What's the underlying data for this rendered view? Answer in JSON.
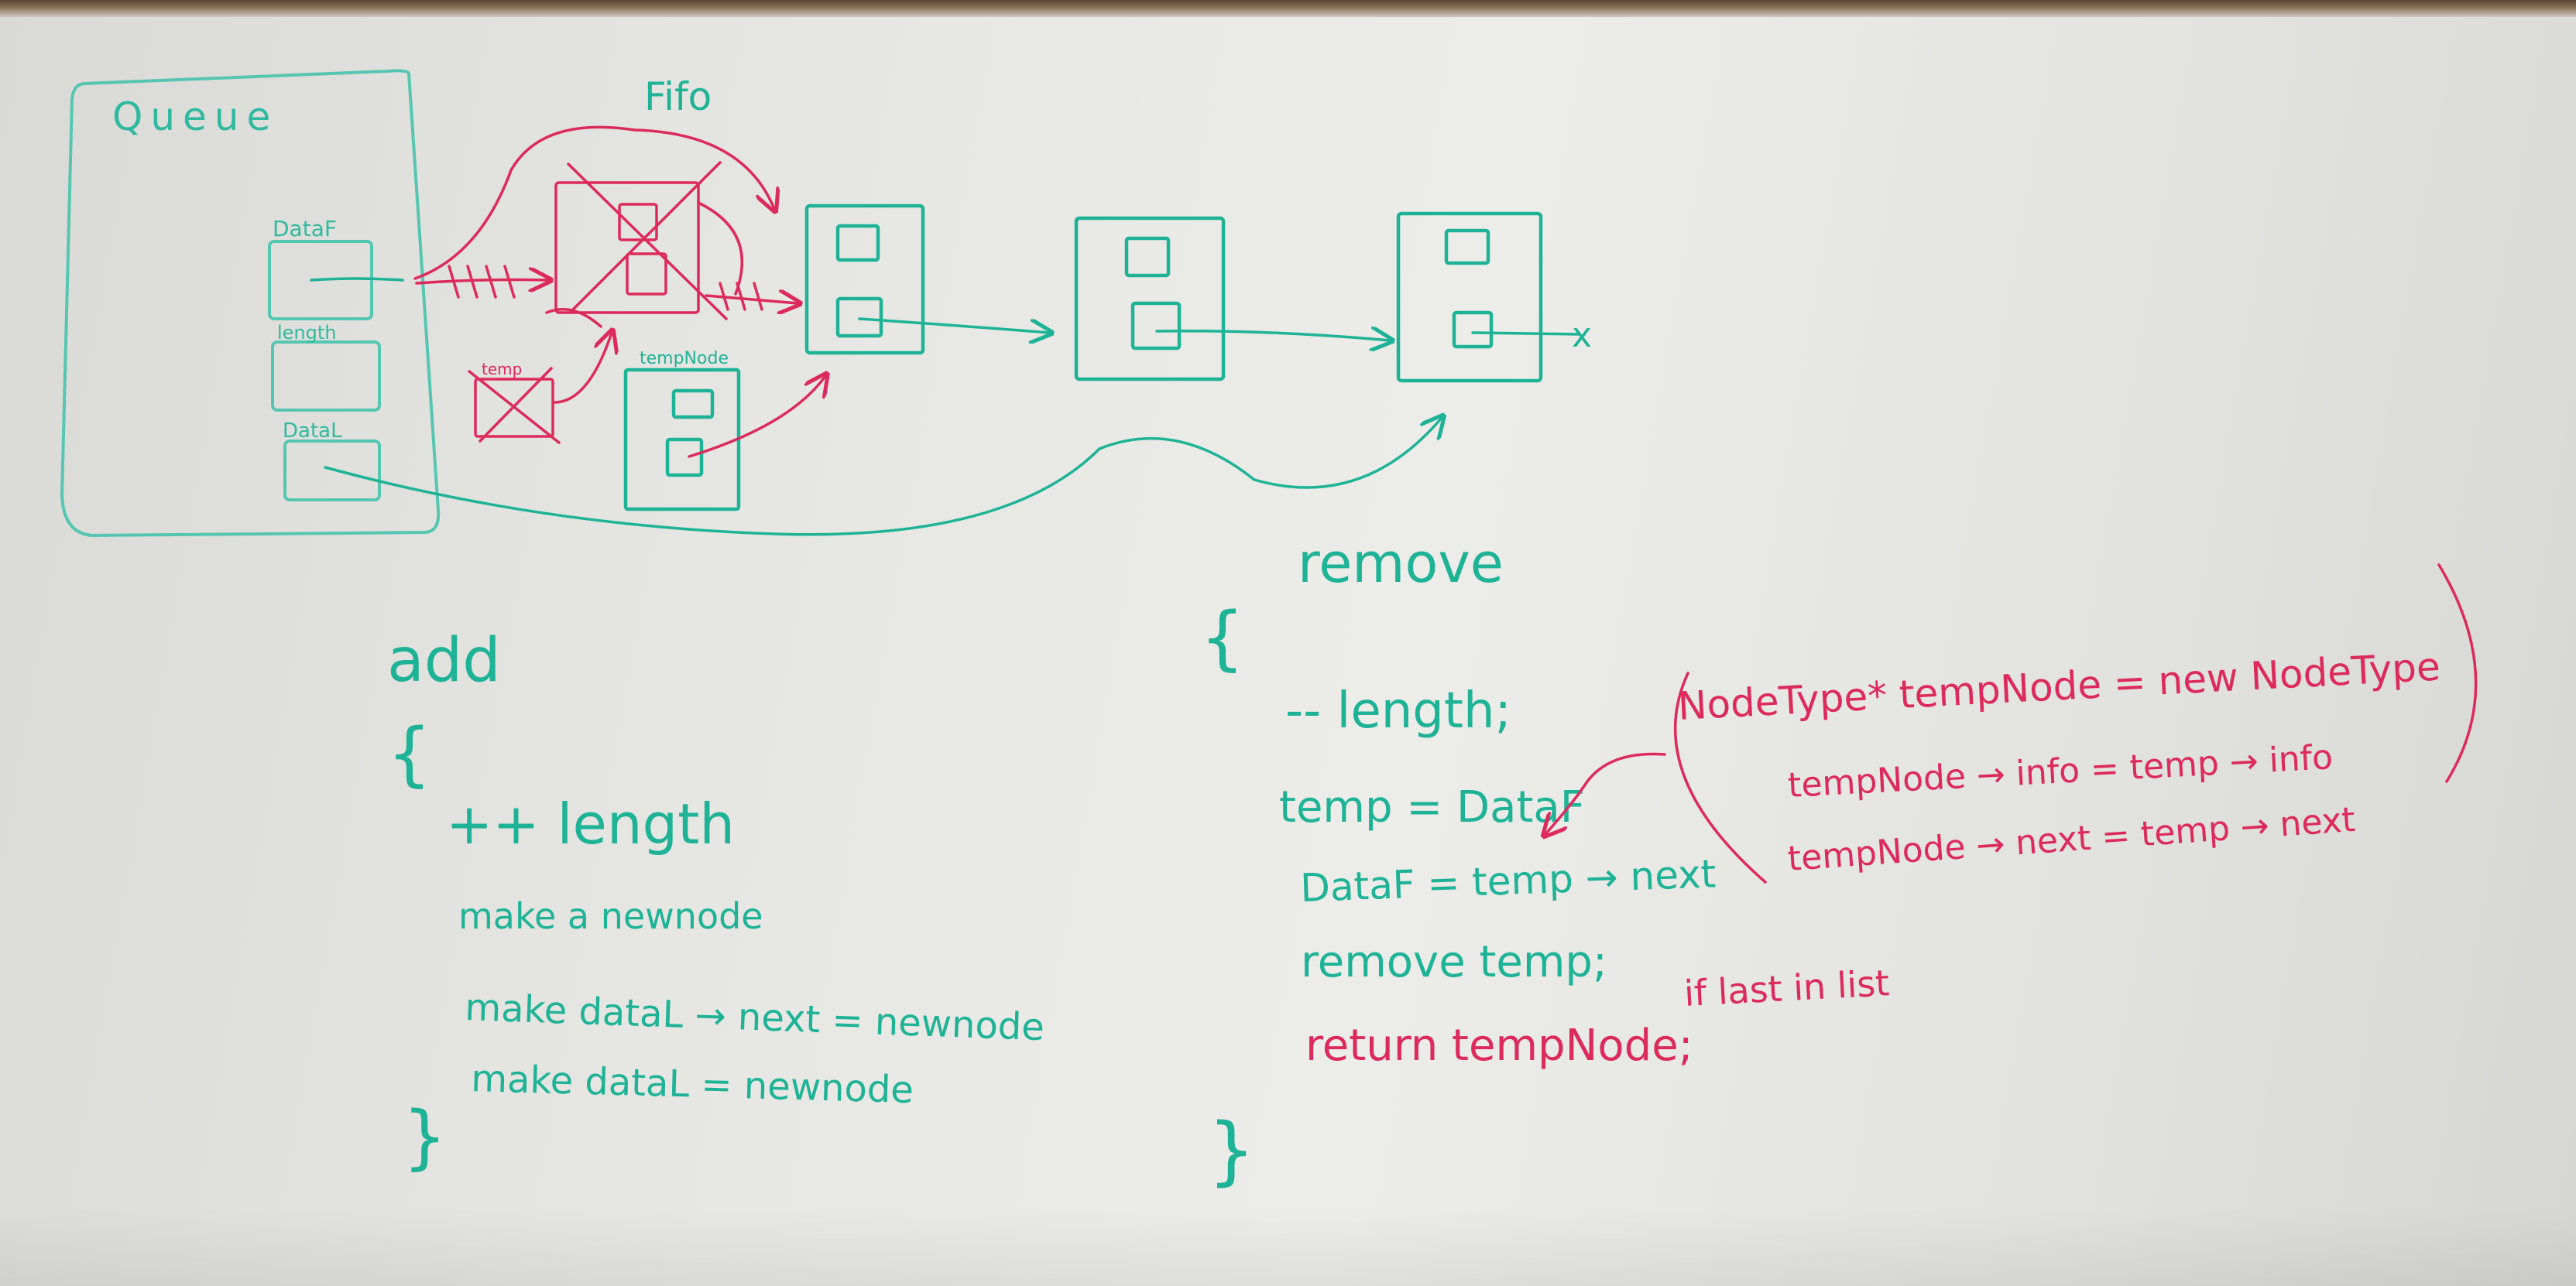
{
  "colors": {
    "teal": "#1eb397",
    "teal_light": "#55c6b2",
    "red": "#dd2a5c"
  },
  "diagram": {
    "queue_label": "Queue",
    "fifo_label": "Fifo",
    "field_dataf": "DataF",
    "field_length": "length",
    "field_datal": "DataL",
    "temp_label": "temp",
    "tempnode_label": "tempNode",
    "null_mark": "x"
  },
  "add": {
    "title": "add",
    "open_brace": "{",
    "lines": [
      "++ length",
      "make a newnode",
      "make dataL → next = newnode",
      "make dataL = newnode"
    ],
    "close_brace": "}"
  },
  "remove": {
    "title": "remove",
    "open_brace": "{",
    "lines": [
      "-- length;",
      "temp = DataF",
      "DataF = temp → next",
      "remove temp;"
    ],
    "return_line": "return tempNode;",
    "close_brace": "}"
  },
  "note": {
    "lines": [
      "NodeType* tempNode = new NodeType",
      "tempNode → info = temp → info",
      "tempNode → next = temp → next"
    ],
    "if_last": "if last in list"
  }
}
